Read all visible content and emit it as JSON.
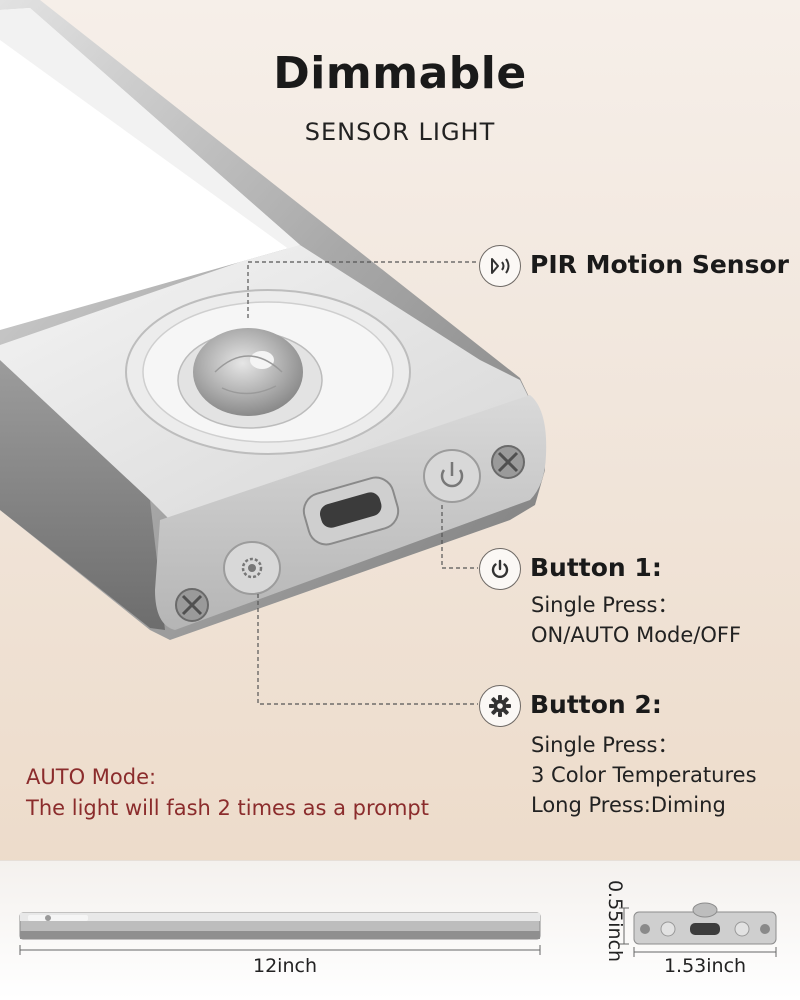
{
  "header": {
    "title": "Dimmable",
    "subtitle": "SENSOR LIGHT"
  },
  "callouts": {
    "pir": {
      "icon": "motion-sensor-icon",
      "title": "PIR Motion Sensor"
    },
    "button1": {
      "icon": "power-icon",
      "title": "Button 1:",
      "lines": [
        "Single Press：",
        "ON/AUTO Mode/OFF"
      ]
    },
    "button2": {
      "icon": "gear-icon",
      "title": "Button 2:",
      "lines": [
        "Single Press：",
        "3 Color Temperatures",
        "Long Press:Diming"
      ]
    }
  },
  "auto_mode": {
    "title": "AUTO Mode:",
    "text": "The light will fash 2 times as a prompt"
  },
  "dimensions": {
    "length": "12inch",
    "height": "0.55inch",
    "width": "1.53inch"
  },
  "colors": {
    "accent_red": "#8b2c2c",
    "metal_silver": "#c9c9c9",
    "background": "#f1e6dc"
  }
}
